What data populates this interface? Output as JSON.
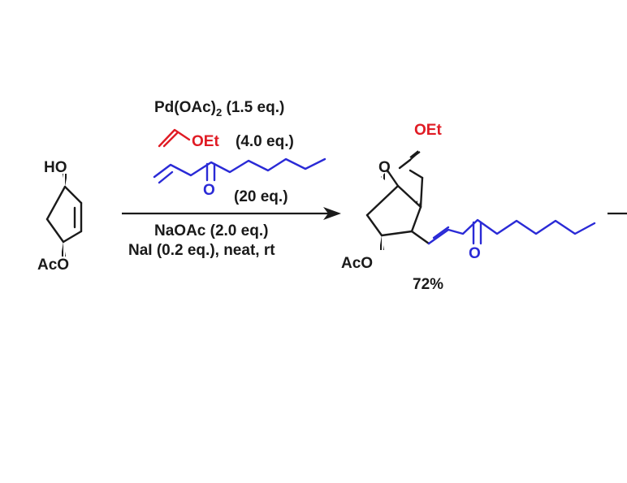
{
  "colors": {
    "black": "#1a1a1a",
    "red": "#e01b24",
    "blue": "#2a2ad6",
    "background": "#ffffff"
  },
  "starting_material": {
    "hydroxyl": "HO",
    "acetoxy": "AcO"
  },
  "conditions": {
    "catalyst_prefix": "Pd(OAc)",
    "catalyst_subscript": "2",
    "catalyst_equiv": " (1.5 eq.)",
    "vinyl_ether_group": "OEt",
    "vinyl_ether_equiv": "(4.0 eq.)",
    "enone_oxygen": "O",
    "enone_equiv": "(20 eq.)",
    "base": "NaOAc (2.0 eq.)",
    "additive": "NaI (0.2 eq.),  neat, rt"
  },
  "product": {
    "ethoxy": "OEt",
    "ring_oxygen": "O",
    "acetoxy": "AcO",
    "ketone_oxygen": "O",
    "yield": "72%"
  }
}
